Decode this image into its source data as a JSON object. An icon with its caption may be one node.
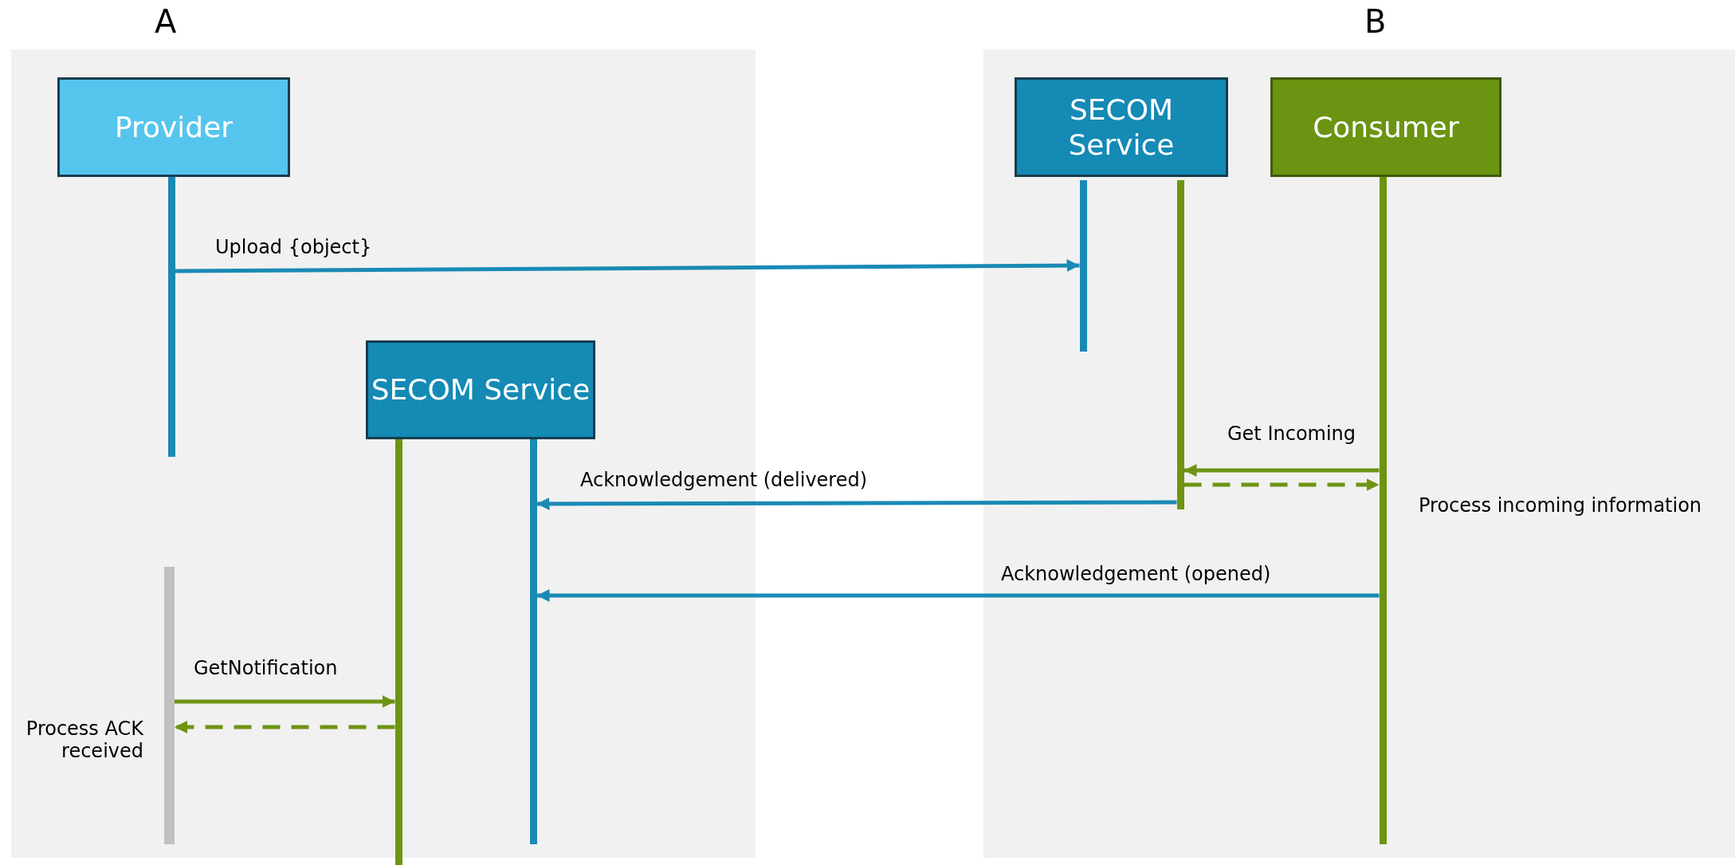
{
  "diagram": {
    "nodes": [
      {
        "text": [
          "A"
        ]
      },
      {
        "text": [
          "Provider"
        ],
        "in": 0
      },
      {
        "text": [
          "SECOM Service"
        ],
        "in": 0
      },
      {
        "text": [],
        "shape": "bar",
        "in": 0,
        "beside": [
          "Process ACK received"
        ]
      },
      {
        "text": [
          "B"
        ]
      },
      {
        "text": [
          "SECOM Service"
        ],
        "in": 4
      },
      {
        "text": [
          "Consumer"
        ],
        "in": 4
      }
    ],
    "edges": [
      {
        "from": 1,
        "to": 5,
        "arrow": "to",
        "label": "Upload {object}",
        "color": "#1a8ab5"
      },
      {
        "from": 6,
        "to": 5,
        "arrow": "to",
        "label": "Get Incoming"
      },
      {
        "from": 5,
        "to": 6,
        "arrow": "to",
        "style": "dashed"
      },
      {
        "from": 5,
        "to": 2,
        "arrow": "to",
        "label": "Acknowledgement (delivered)",
        "color": "#1a8ab5"
      },
      {
        "from": 6,
        "to": 2,
        "arrow": "to",
        "label": "Acknowledgement (opened)",
        "color": "#1a8ab5"
      },
      {
        "from": 3,
        "to": 2,
        "arrow": "to",
        "label": "GetNotification"
      },
      {
        "from": 2,
        "to": 3,
        "arrow": "to",
        "style": "dashed"
      }
    ],
    "labels": [
      "Process incoming information"
    ]
  }
}
